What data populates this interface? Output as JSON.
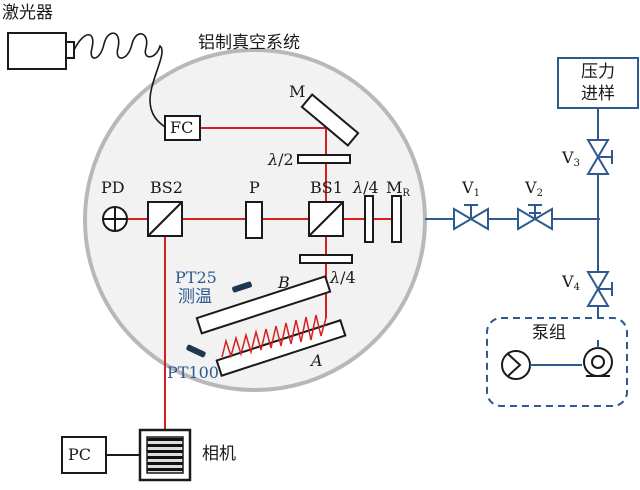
{
  "labels": {
    "laser": "激光器",
    "chamber": "铝制真空系统",
    "fc": "FC",
    "mirror": "M",
    "half_wave": "λ/2",
    "pd": "PD",
    "bs2": "BS2",
    "polarizer": "P",
    "bs1": "BS1",
    "quarter_wave_top": "λ/4",
    "mr_main": "M",
    "mr_sub": "R",
    "quarter_wave_bottom": "λ/4",
    "pt25": "PT25",
    "temp_measure": "测温",
    "mirror_b": "B",
    "mirror_a": "A",
    "pt100": "PT100",
    "pc": "PC",
    "camera": "相机",
    "pressure_line1": "压力",
    "pressure_line2": "进样",
    "v1_main": "V",
    "v1_sub": "1",
    "v2_main": "V",
    "v2_sub": "2",
    "v3_main": "V",
    "v3_sub": "3",
    "v4_main": "V",
    "v4_sub": "4",
    "pump_group": "泵组"
  },
  "colors": {
    "laser_beam": "#d62020",
    "blue_lines": "#2e5a8f",
    "outline": "#1a1a1a",
    "chamber_fill": "#f2f2f2"
  }
}
